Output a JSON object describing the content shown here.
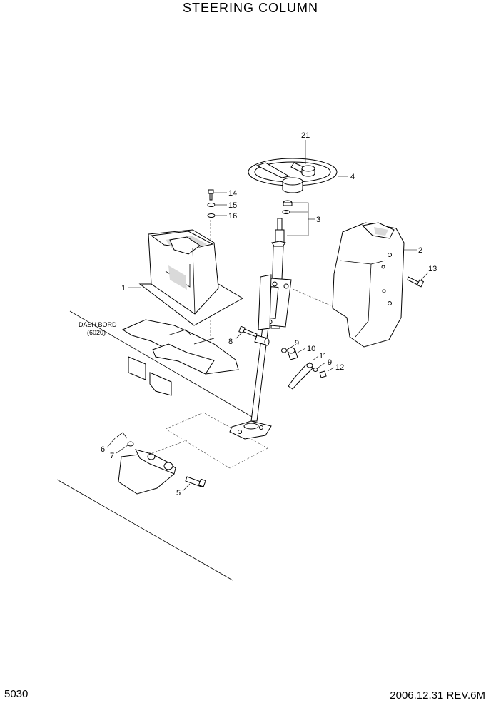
{
  "title": "STEERING COLUMN",
  "page_number": "5030",
  "revision": "2006.12.31 REV.6M",
  "note": {
    "line1": "DASH BORD",
    "line2": "(6020)"
  },
  "callouts": {
    "c1": "1",
    "c2": "2",
    "c3": "3",
    "c4": "4",
    "c5": "5",
    "c6": "6",
    "c7": "7",
    "c8": "8",
    "c9a": "9",
    "c9b": "9",
    "c10": "10",
    "c11": "11",
    "c12": "12",
    "c13": "13",
    "c14": "14",
    "c15": "15",
    "c16": "16",
    "c21": "21"
  }
}
